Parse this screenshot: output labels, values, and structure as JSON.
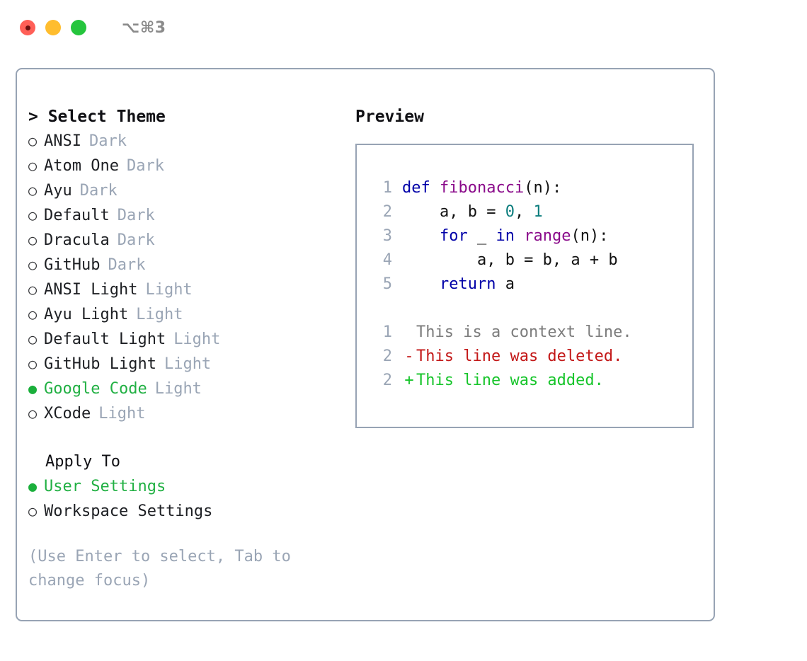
{
  "window": {
    "traffic_lights": [
      "close-red",
      "minimize-yellow",
      "maximize-green"
    ],
    "shortcut": "⌥⌘3"
  },
  "theme_picker": {
    "title": "> Select Theme",
    "options": [
      {
        "marker": "○",
        "label": "ANSI",
        "badge": "Dark",
        "selected": false
      },
      {
        "marker": "○",
        "label": "Atom One",
        "badge": "Dark",
        "selected": false
      },
      {
        "marker": "○",
        "label": "Ayu",
        "badge": "Dark",
        "selected": false
      },
      {
        "marker": "○",
        "label": "Default",
        "badge": "Dark",
        "selected": false
      },
      {
        "marker": "○",
        "label": "Dracula",
        "badge": "Dark",
        "selected": false
      },
      {
        "marker": "○",
        "label": "GitHub",
        "badge": "Dark",
        "selected": false
      },
      {
        "marker": "○",
        "label": "ANSI Light",
        "badge": "Light",
        "selected": false
      },
      {
        "marker": "○",
        "label": "Ayu Light",
        "badge": "Light",
        "selected": false
      },
      {
        "marker": "○",
        "label": "Default Light",
        "badge": "Light",
        "selected": false
      },
      {
        "marker": "○",
        "label": "GitHub Light",
        "badge": "Light",
        "selected": false
      },
      {
        "marker": "●",
        "label": "Google Code",
        "badge": "Light",
        "selected": true
      },
      {
        "marker": "○",
        "label": "XCode",
        "badge": "Light",
        "selected": false
      }
    ]
  },
  "apply_to": {
    "title": "Apply To",
    "options": [
      {
        "marker": "●",
        "label": "User Settings",
        "selected": true
      },
      {
        "marker": "○",
        "label": "Workspace Settings",
        "selected": false
      }
    ]
  },
  "hint": "(Use Enter to select, Tab to change focus)",
  "preview": {
    "title": "Preview",
    "code_lines": [
      {
        "no": "1",
        "tokens": [
          {
            "t": "def",
            "c": "kw"
          },
          {
            "t": " ",
            "c": "txt"
          },
          {
            "t": "fibonacci",
            "c": "fn"
          },
          {
            "t": "(n):",
            "c": "txt"
          }
        ]
      },
      {
        "no": "2",
        "tokens": [
          {
            "t": "    a, b = ",
            "c": "txt"
          },
          {
            "t": "0",
            "c": "num"
          },
          {
            "t": ", ",
            "c": "txt"
          },
          {
            "t": "1",
            "c": "num"
          }
        ]
      },
      {
        "no": "3",
        "tokens": [
          {
            "t": "    ",
            "c": "txt"
          },
          {
            "t": "for",
            "c": "kw"
          },
          {
            "t": " _ ",
            "c": "txt"
          },
          {
            "t": "in",
            "c": "kw"
          },
          {
            "t": " ",
            "c": "txt"
          },
          {
            "t": "range",
            "c": "fn"
          },
          {
            "t": "(n):",
            "c": "txt"
          }
        ]
      },
      {
        "no": "4",
        "tokens": [
          {
            "t": "        a, b = b, a + b",
            "c": "txt"
          }
        ]
      },
      {
        "no": "5",
        "tokens": [
          {
            "t": "    ",
            "c": "txt"
          },
          {
            "t": "return",
            "c": "kw"
          },
          {
            "t": " a",
            "c": "txt"
          }
        ]
      }
    ],
    "diff_lines": [
      {
        "no": "1",
        "sign": " ",
        "text": "This is a context line.",
        "kind": "ctx"
      },
      {
        "no": "2",
        "sign": "-",
        "text": "This line was deleted.",
        "kind": "del"
      },
      {
        "no": "2",
        "sign": "+",
        "text": "This line was added.",
        "kind": "add"
      }
    ]
  },
  "colors": {
    "border": "#97a3b4",
    "badge_grey": "#9aa5b5",
    "selected_green": "#21b043",
    "keyword_blue": "#0000a8",
    "function_purple": "#8a0a8a",
    "number_teal": "#0b7d7d",
    "diff_deleted": "#c31818",
    "diff_added": "#17c52b",
    "diff_context": "#7c7c7c",
    "light_red": "#ff5f57",
    "light_yellow": "#ffbd2e",
    "light_green": "#25c53d"
  }
}
